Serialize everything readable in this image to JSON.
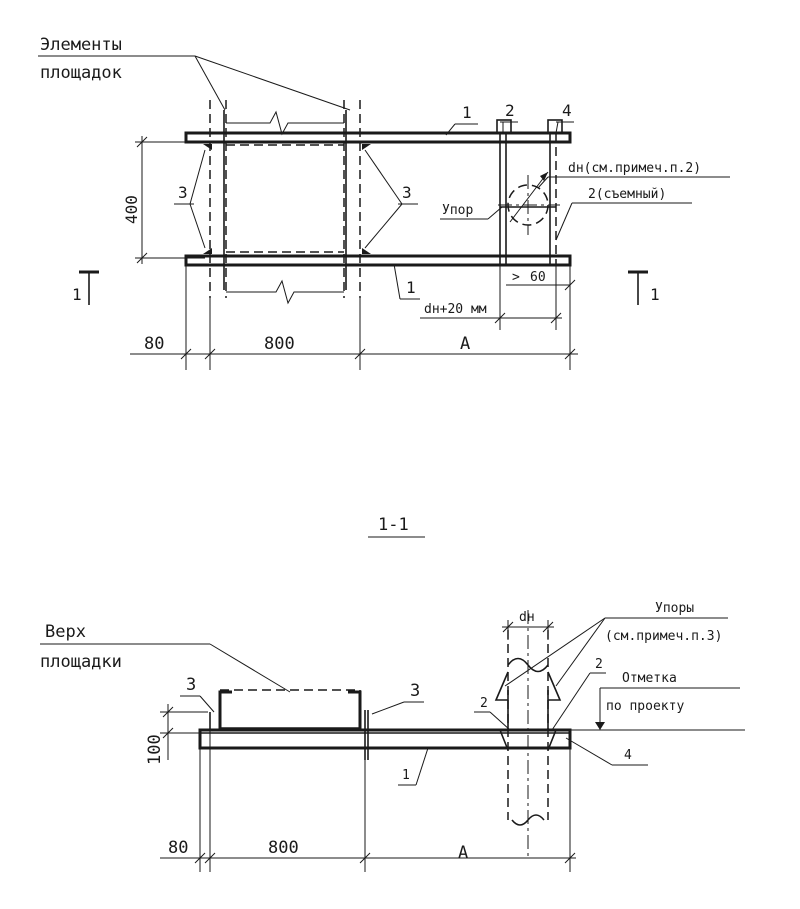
{
  "plan": {
    "label_elements_line1": "Элементы",
    "label_elements_line2": "площадок",
    "mark_1_top": "1",
    "mark_1_bottom": "1",
    "mark_2": "2",
    "mark_4": "4",
    "mark_3_left": "3",
    "mark_3_right": "3",
    "dim_400": "400",
    "note_dn": "dн(см.примеч.п.2)",
    "note_removable": "2(съемный)",
    "label_stop": "Упор",
    "dim_60": "60",
    "dim_dn20": "dн+20 мм",
    "dim_80": "80",
    "dim_800": "800",
    "dim_A": "A",
    "section_left": "1",
    "section_right": "1"
  },
  "section": {
    "title": "1-1",
    "label_top_line1": "Верх",
    "label_top_line2": "площадки",
    "mark_3_left": "3",
    "mark_3_right": "3",
    "dim_dn": "dн",
    "label_stops_line1": "Упоры",
    "label_stops_line2": "(см.примеч.п.3)",
    "mark_2_left": "2",
    "mark_2_right": "2",
    "label_level_line1": "Отметка",
    "label_level_line2": "по проекту",
    "dim_100": "100",
    "mark_1": "1",
    "mark_4": "4",
    "dim_80": "80",
    "dim_800": "800",
    "dim_A": "A"
  }
}
